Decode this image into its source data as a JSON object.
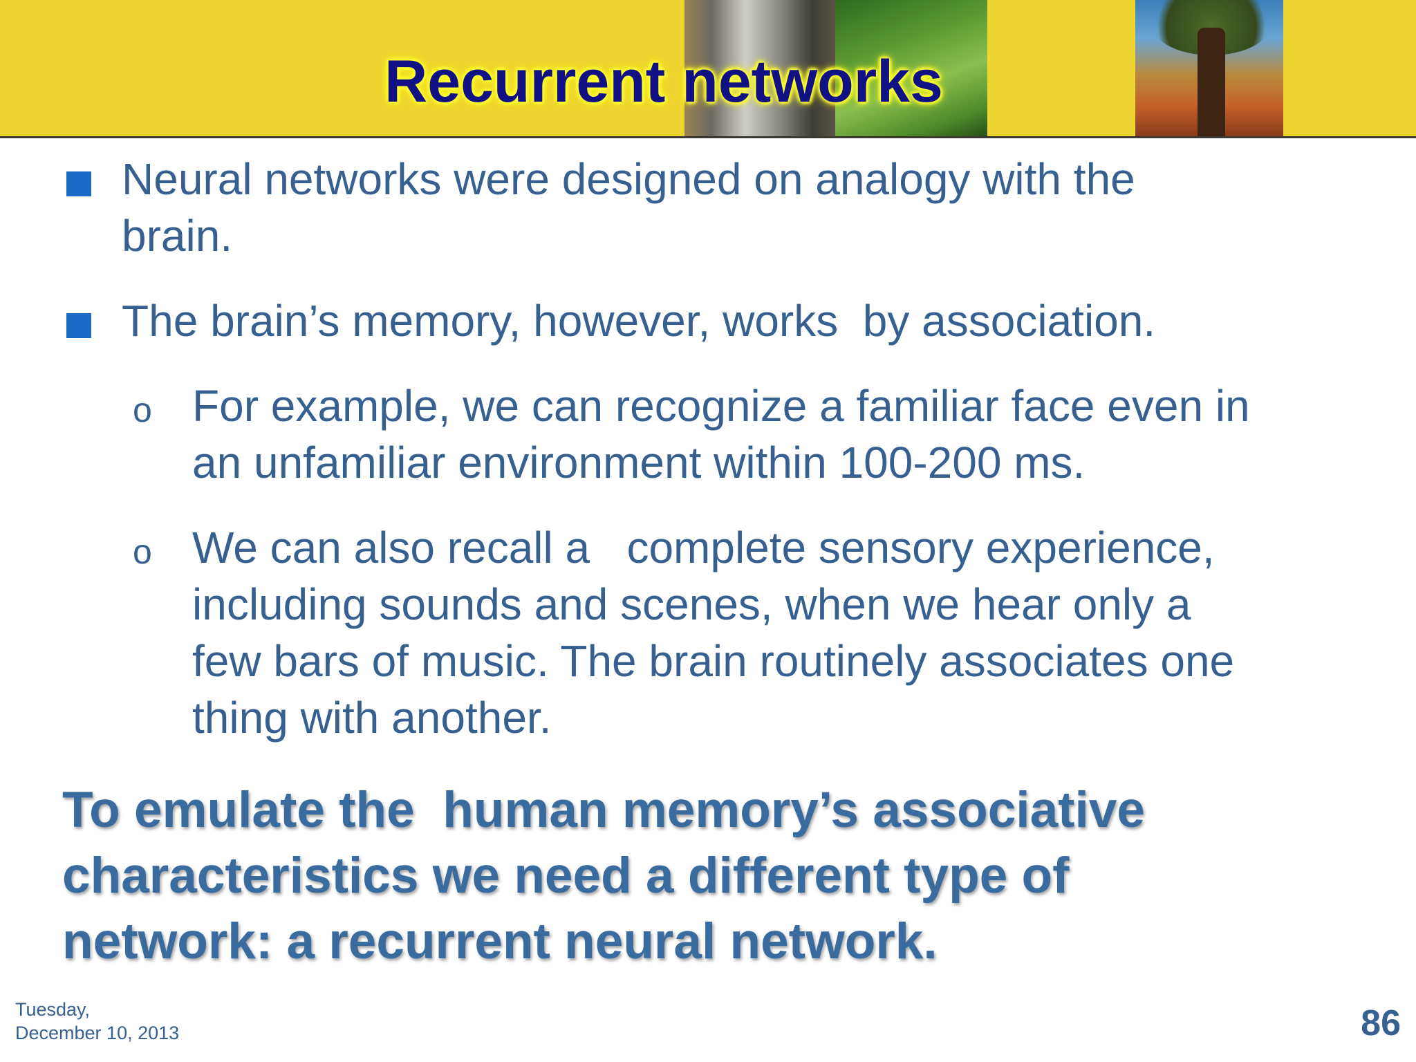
{
  "slide": {
    "title": "Recurrent networks",
    "bullets": [
      {
        "text": "Neural networks were designed on analogy with the\nbrain.",
        "marker": "square"
      },
      {
        "text": "The brain’s memory, however, works  by association.",
        "marker": "square"
      }
    ],
    "sub_bullets": [
      {
        "text": "For example, we can recognize a familiar face even in\nan unfamiliar environment within 100-200 ms.",
        "marker": "o"
      },
      {
        "text": "We can also recall a   complete sensory experience,\nincluding sounds and scenes, when we hear only a\nfew bars of music. The brain routinely associates one\nthing with another.",
        "marker": "o"
      }
    ],
    "conclusion": "To emulate the  human memory’s associative\ncharacteristics we need a different type of\nnetwork: a recurrent neural network.",
    "footer": {
      "date_line1": "Tuesday,",
      "date_line2": "December 10, 2013",
      "slide_number": "86"
    },
    "colors": {
      "header_band": "#eed531",
      "title_text": "#111185",
      "title_glow": "#ffff3a",
      "body_text": "#36608f",
      "bullet_square": "#1a6bc6",
      "conclusion_text": "#3a6b9f"
    },
    "header_images": [
      "water-photo",
      "grass-field-photo",
      "tree-photo"
    ]
  }
}
